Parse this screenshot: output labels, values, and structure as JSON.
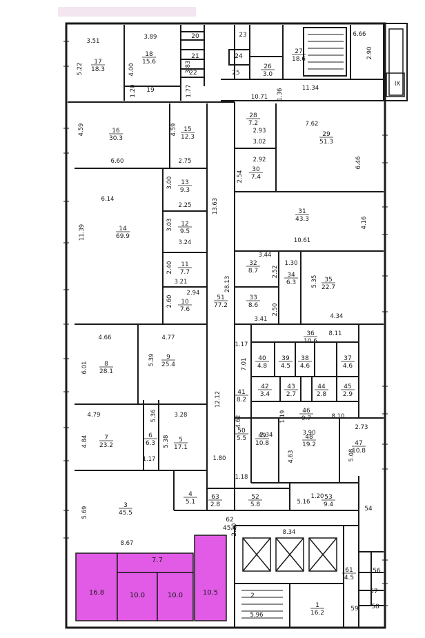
{
  "rooms": [
    {
      "n": "17",
      "area": "18.3"
    },
    {
      "n": "18",
      "area": "15.6"
    },
    {
      "n": "19",
      "area": ""
    },
    {
      "n": "20",
      "area": ""
    },
    {
      "n": "21",
      "area": ""
    },
    {
      "n": "22",
      "area": ""
    },
    {
      "n": "23",
      "area": ""
    },
    {
      "n": "24",
      "area": ""
    },
    {
      "n": "25",
      "area": ""
    },
    {
      "n": "26",
      "area": "3.0"
    },
    {
      "n": "27",
      "area": "18.6"
    },
    {
      "n": "16",
      "area": "30.3"
    },
    {
      "n": "15",
      "area": "12.3"
    },
    {
      "n": "28",
      "area": "7.2"
    },
    {
      "n": "29",
      "area": "51.3"
    },
    {
      "n": "30",
      "area": "7.4"
    },
    {
      "n": "13",
      "area": "9.3"
    },
    {
      "n": "12",
      "area": "9.5"
    },
    {
      "n": "14",
      "area": "69.9"
    },
    {
      "n": "31",
      "area": "43.3"
    },
    {
      "n": "11",
      "area": "7.7"
    },
    {
      "n": "10",
      "area": "7.6"
    },
    {
      "n": "51",
      "area": "77.2"
    },
    {
      "n": "32",
      "area": "8.7"
    },
    {
      "n": "33",
      "area": "8.6"
    },
    {
      "n": "34",
      "area": "6.3"
    },
    {
      "n": "35",
      "area": "22.7"
    },
    {
      "n": "36",
      "area": "10.6"
    },
    {
      "n": "8",
      "area": "28.1"
    },
    {
      "n": "9",
      "area": "25.4"
    },
    {
      "n": "40",
      "area": "4.8"
    },
    {
      "n": "39",
      "area": "4.5"
    },
    {
      "n": "38",
      "area": "4.6"
    },
    {
      "n": "37",
      "area": "4.6"
    },
    {
      "n": "42",
      "area": "3.4"
    },
    {
      "n": "43",
      "area": "2.7"
    },
    {
      "n": "44",
      "area": "2.8"
    },
    {
      "n": "45",
      "area": "2.9"
    },
    {
      "n": "41",
      "area": "8.2"
    },
    {
      "n": "46",
      "area": "9.7"
    },
    {
      "n": "7",
      "area": "23.2"
    },
    {
      "n": "6",
      "area": "6.3"
    },
    {
      "n": "5",
      "area": "17.1"
    },
    {
      "n": "50",
      "area": "5.5"
    },
    {
      "n": "49",
      "area": "10.8"
    },
    {
      "n": "48",
      "area": "19.2"
    },
    {
      "n": "47",
      "area": "10.8"
    },
    {
      "n": "4",
      "area": "5.1"
    },
    {
      "n": "63",
      "area": "2.8"
    },
    {
      "n": "52",
      "area": "5.8"
    },
    {
      "n": "53",
      "area": "9.4"
    },
    {
      "n": "54",
      "area": ""
    },
    {
      "n": "3",
      "area": "45.5"
    },
    {
      "n": "1",
      "area": "16.2"
    },
    {
      "n": "61",
      "area": "4.5"
    },
    {
      "n": "56",
      "area": ""
    },
    {
      "n": "57",
      "area": ""
    },
    {
      "n": "59",
      "area": ""
    },
    {
      "n": "58",
      "area": ""
    },
    {
      "n": "2",
      "area": ""
    }
  ],
  "corridor": {
    "label": "62",
    "area": "45.0"
  },
  "dimensions": [
    "3.51",
    "3.89",
    "6.66",
    "5.22",
    "4.00",
    "2.90",
    "3.83",
    "10.71",
    "11.34",
    "1.20",
    "1.77",
    "1.36",
    "4.59",
    "4.59",
    "7.62",
    "2.93",
    "3.02",
    "6.60",
    "2.75",
    "2.92",
    "6.46",
    "2.54",
    "3.00",
    "6.14",
    "2.25",
    "3.03",
    "13.63",
    "4.16",
    "11.39",
    "3.24",
    "10.61",
    "3.44",
    "2.40",
    "3.21",
    "1.30",
    "2.52",
    "5.35",
    "2.94",
    "2.60",
    "4.34",
    "3.41",
    "2.50",
    "4.66",
    "4.77",
    "8.11",
    "1.17",
    "6.01",
    "5.39",
    "7.01",
    "12.12",
    "28.13",
    "4.79",
    "5.36",
    "3.28",
    "2.34",
    "3.90",
    "2.73",
    "4.84",
    "5.38",
    "4.62",
    "1.19",
    "8.10",
    "1.17",
    "1.80",
    "4.63",
    "5.08",
    "1.18",
    "5.16",
    "1.20",
    "5.69",
    "8.67",
    "2.20",
    "8.34",
    "5.96",
    "IX"
  ],
  "highlight": {
    "color": "#e25be6",
    "units": [
      "16.8",
      "7.7",
      "10.0",
      "10.0",
      "10.5"
    ]
  }
}
